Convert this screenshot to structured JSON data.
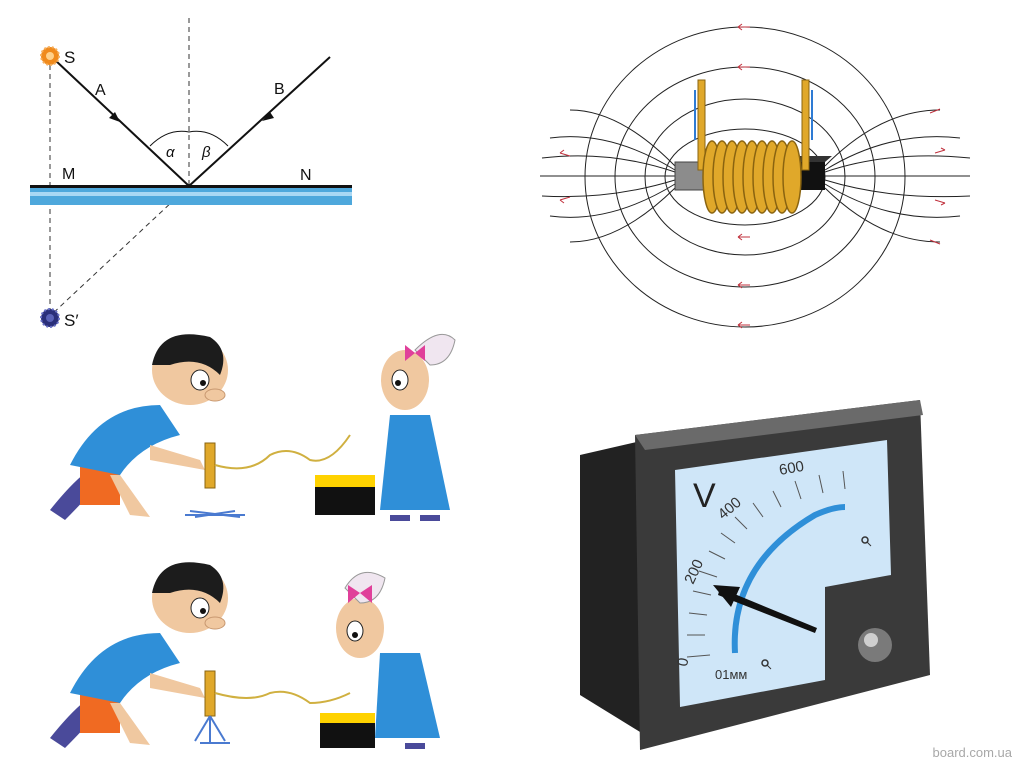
{
  "reflection": {
    "source_label": "S",
    "image_label": "S′",
    "ray_in_label": "A",
    "ray_out_label": "B",
    "mirror_left_label": "M",
    "mirror_right_label": "N",
    "angle_in_label": "α",
    "angle_out_label": "β",
    "colors": {
      "mirror": "#4ea8dc",
      "source": "#f08a1c",
      "image": "#2a2f7a"
    }
  },
  "coil": {
    "colors": {
      "winding": "#e0a82a",
      "core_dark": "#111111",
      "core_grey": "#8c8c8c",
      "arrow": "#c0303c",
      "current": "#2e7bd4"
    }
  },
  "kids": {
    "colors": {
      "shirt": "#2f8fd8",
      "shorts": "#f06a22",
      "hair": "#1c1c1c",
      "battery": "#ffd200",
      "bow": "#e0409a",
      "dress": "#2f8fd8"
    }
  },
  "voltmeter": {
    "unit_label": "V",
    "scale_labels": [
      "0",
      "200",
      "400",
      "600"
    ],
    "model_label": "01мм",
    "colors": {
      "body": "#3a3a3a",
      "face": "#cfe6f8",
      "arc": "#2f8fd8",
      "needle": "#111111"
    }
  },
  "watermark": "board.com.ua"
}
